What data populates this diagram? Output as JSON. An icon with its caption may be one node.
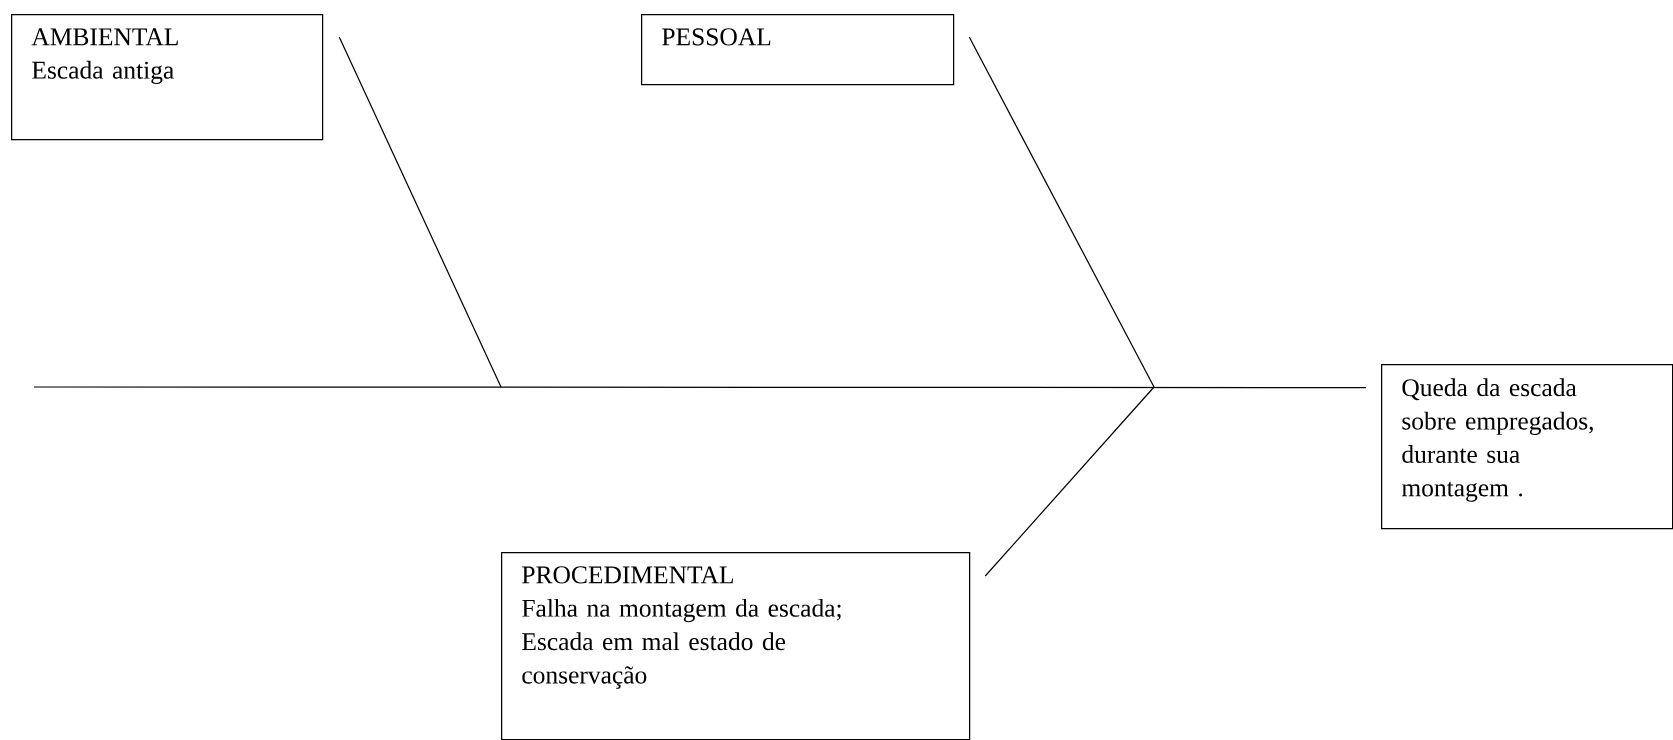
{
  "diagram": {
    "nodes": [
      {
        "text": [
          "AMBIENTAL",
          "Escada antiga"
        ]
      },
      {
        "text": [
          "PESSOAL"
        ]
      },
      {
        "text": [
          "PROCEDIMENTAL",
          "Falha na montagem da escada; Escada em mal estado de conservação"
        ]
      },
      {
        "text": [
          "Queda da escada sobre empregados, durante sua montagem ."
        ]
      }
    ],
    "edges": [
      {
        "from": 0,
        "to": null,
        "arrow": "none"
      },
      {
        "from": 1,
        "to": null,
        "arrow": "none"
      },
      {
        "from": 2,
        "to": null,
        "arrow": "none"
      },
      {
        "from": null,
        "to": 3,
        "arrow": "none"
      }
    ]
  }
}
